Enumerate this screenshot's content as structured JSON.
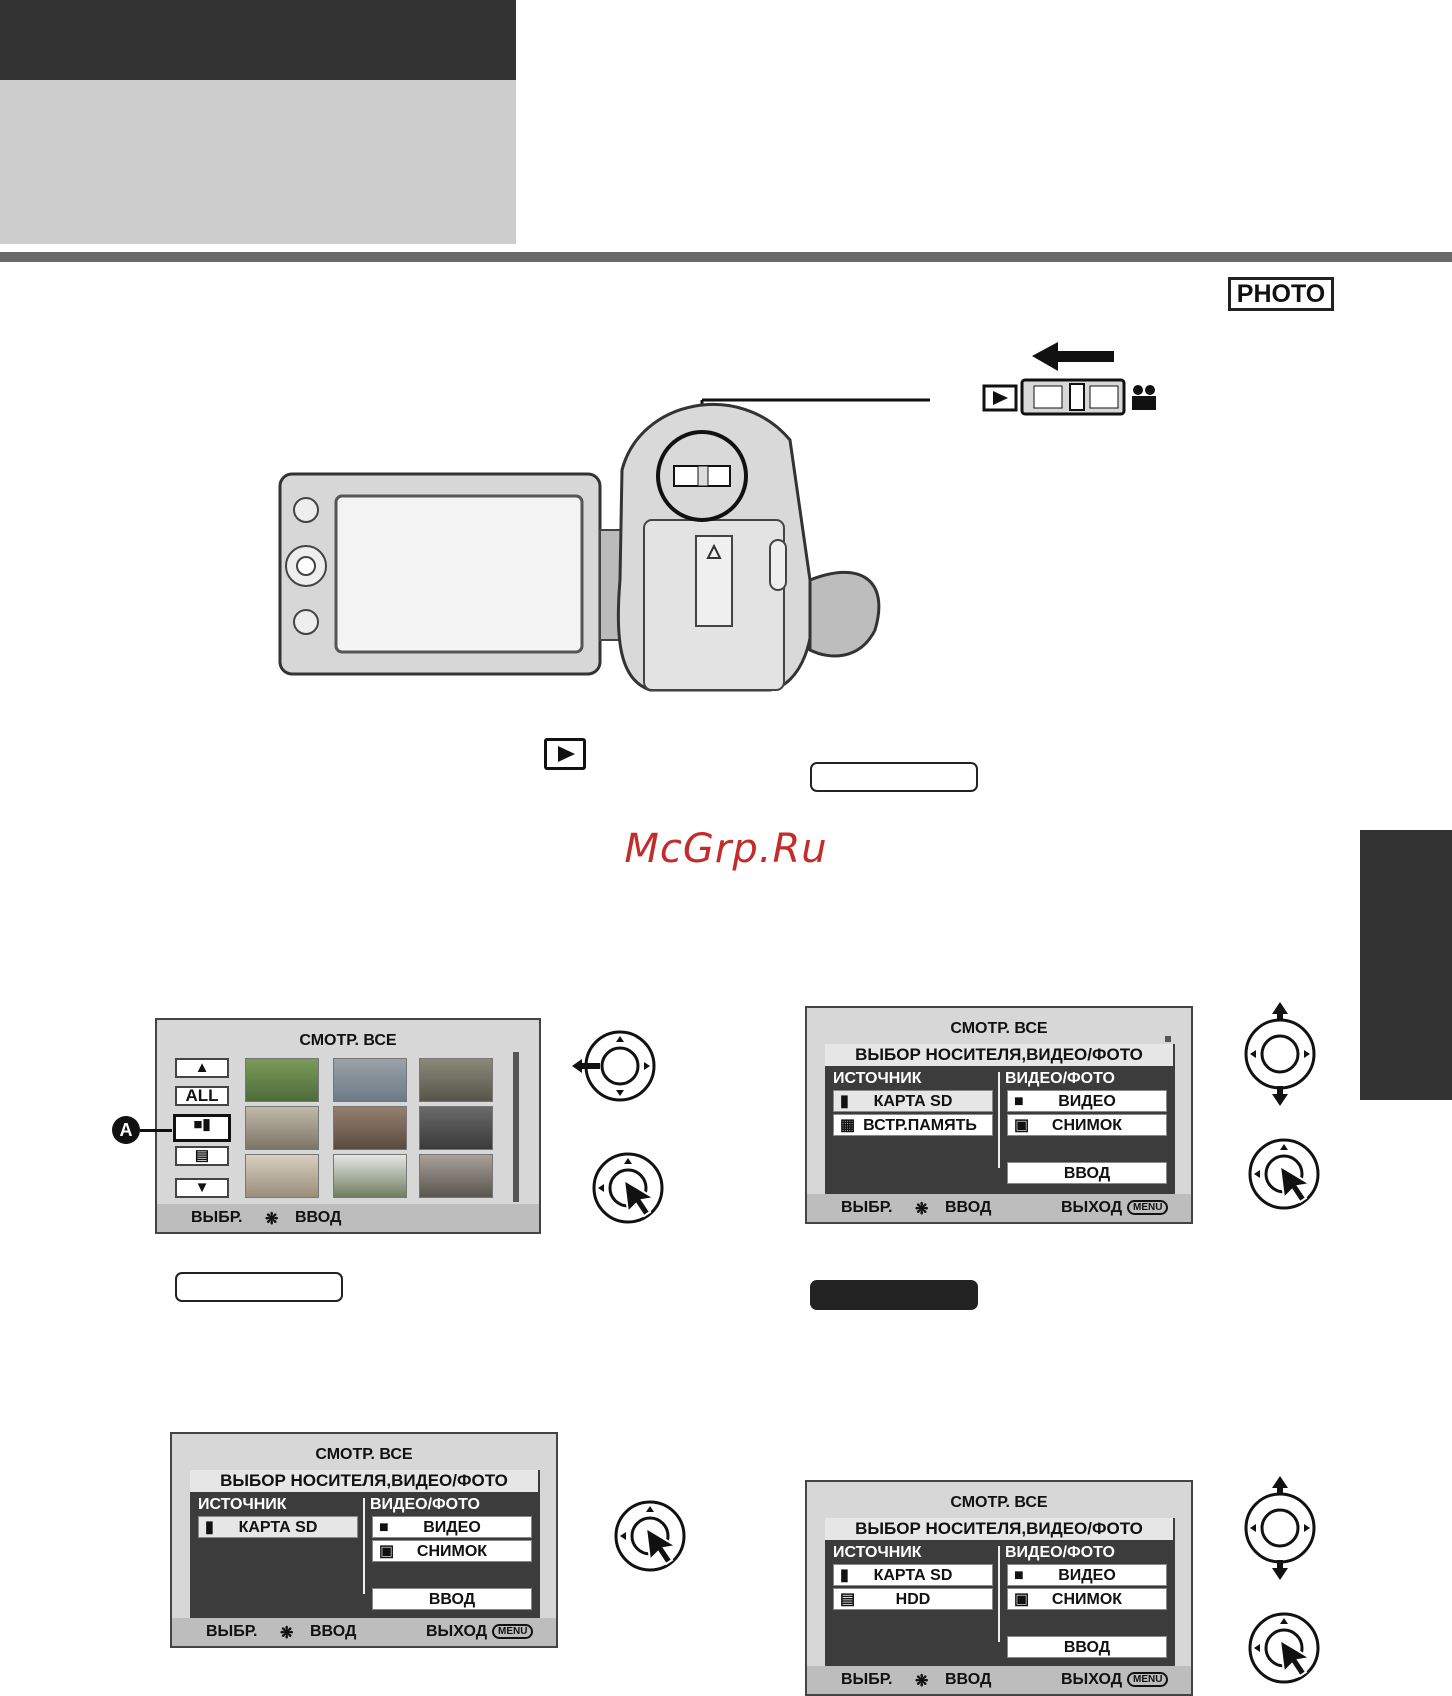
{
  "header": {
    "badge": "PHOTO"
  },
  "watermark": "McGrp.Ru",
  "callout": {
    "letter": "A"
  },
  "screen_a": {
    "title": "СМОТР. ВСЕ",
    "all_label": "ALL",
    "footer_select": "ВЫБР.",
    "footer_enter": "ВВОД"
  },
  "screen_b": {
    "title": "СМОТР. ВСЕ",
    "band": "ВЫБОР НОСИТЕЛЯ,ВИДЕО/ФОТО",
    "source_label": "ИСТОЧНИК",
    "type_label": "ВИДЕО/ФОТО",
    "source_1": "КАРТА SD",
    "source_2": "ВСТР.ПАМЯТЬ",
    "type_1": "ВИДЕО",
    "type_2": "СНИМОК",
    "enter_button": "ВВОД",
    "footer_select": "ВЫБР.",
    "footer_enter": "ВВОД",
    "footer_exit": "ВЫХОД",
    "menu_badge": "MENU"
  },
  "screen_c": {
    "title": "СМОТР. ВСЕ",
    "band": "ВЫБОР НОСИТЕЛЯ,ВИДЕО/ФОТО",
    "source_label": "ИСТОЧНИК",
    "type_label": "ВИДЕО/ФОТО",
    "source_1": "КАРТА SD",
    "type_1": "ВИДЕО",
    "type_2": "СНИМОК",
    "enter_button": "ВВОД",
    "footer_select": "ВЫБР.",
    "footer_enter": "ВВОД",
    "footer_exit": "ВЫХОД",
    "menu_badge": "MENU"
  },
  "screen_d": {
    "title": "СМОТР. ВСЕ",
    "band": "ВЫБОР НОСИТЕЛЯ,ВИДЕО/ФОТО",
    "source_label": "ИСТОЧНИК",
    "type_label": "ВИДЕО/ФОТО",
    "source_1": "КАРТА SD",
    "source_2": "HDD",
    "type_1": "ВИДЕО",
    "type_2": "СНИМОК",
    "enter_button": "ВВОД",
    "footer_select": "ВЫБР.",
    "footer_enter": "ВВОД",
    "footer_exit": "ВЫХОД",
    "menu_badge": "MENU"
  }
}
